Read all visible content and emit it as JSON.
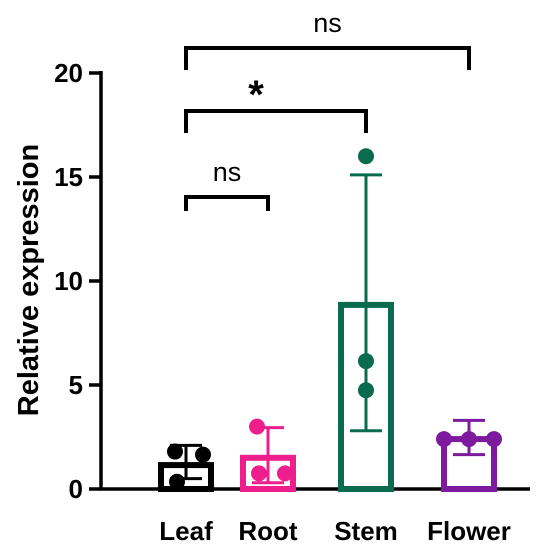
{
  "chart_data": {
    "type": "bar",
    "ylabel": "Relative expression",
    "xlabel": "",
    "ylim": [
      0,
      20
    ],
    "yticks": [
      "0",
      "5",
      "10",
      "15",
      "20"
    ],
    "categories": [
      "Leaf",
      "Root",
      "Stem",
      "Flower"
    ],
    "colors": [
      "#000000",
      "#ee1f8c",
      "#0b6b4f",
      "#7d1a9e"
    ],
    "values": [
      1.15,
      1.5,
      8.85,
      2.4
    ],
    "error_low": [
      0.5,
      0.3,
      2.8,
      1.65
    ],
    "error_high": [
      2.1,
      2.95,
      15.1,
      3.3
    ],
    "points": [
      [
        1.8,
        1.65,
        0.35
      ],
      [
        3.0,
        0.75,
        0.75
      ],
      [
        16.0,
        6.15,
        4.75
      ],
      [
        2.4,
        2.4,
        2.4
      ]
    ],
    "grid": false,
    "comparisons": [
      {
        "from": "Leaf",
        "to": "Flower",
        "label": "ns"
      },
      {
        "from": "Leaf",
        "to": "Stem",
        "label": "*"
      },
      {
        "from": "Leaf",
        "to": "Root",
        "label": "ns"
      }
    ]
  }
}
